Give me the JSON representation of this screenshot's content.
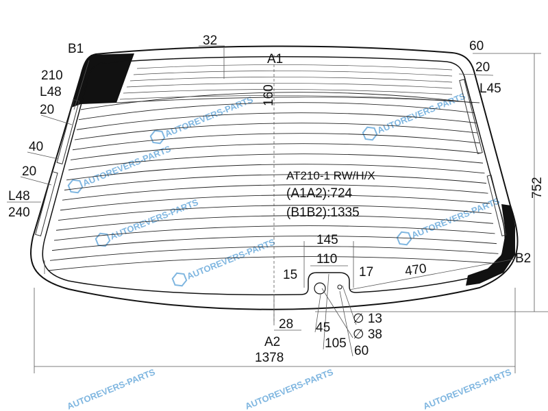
{
  "part": {
    "code": "AT210-1 RW/H/X",
    "a1a2": "(A1A2):724",
    "b1b2": "(B1B2):1335"
  },
  "points": {
    "a1": "A1",
    "a2": "A2",
    "b1": "B1",
    "b2": "B2"
  },
  "dimensions": {
    "top_32": "32",
    "top_60": "60",
    "right_20": "20",
    "right_l45": "L45",
    "center_160": "160",
    "height_752": "752",
    "left_210": "210",
    "left_l48_top": "L48",
    "left_20_top": "20",
    "left_40": "40",
    "left_20_bottom": "20",
    "left_l48_bottom": "L48",
    "left_240": "240",
    "notch_145": "145",
    "notch_110": "110",
    "notch_15": "15",
    "notch_17": "17",
    "right_470": "470",
    "bottom_28": "28",
    "bottom_45": "45",
    "bottom_105": "105",
    "bottom_60": "60",
    "hole_13": "∅ 13",
    "hole_38": "∅ 38",
    "width_1378": "1378"
  },
  "watermark": {
    "text": "AUTOREVERS-PARTS",
    "color": "#7fb6e0"
  }
}
